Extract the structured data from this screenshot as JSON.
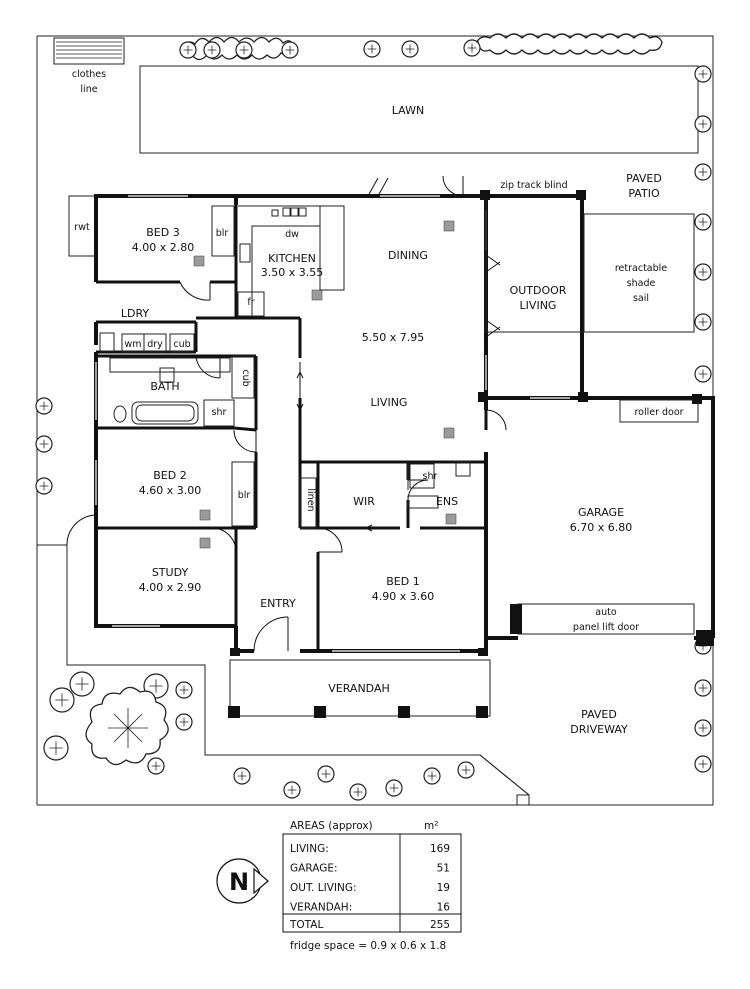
{
  "rooms": {
    "bed3": {
      "name": "BED 3",
      "dims": "4.00 x 2.80"
    },
    "kitchen": {
      "name": "KITCHEN",
      "dims": "3.50 x 3.55"
    },
    "dining": {
      "name": "DINING"
    },
    "living": {
      "name": "LIVING",
      "dims": "5.50 x 7.95"
    },
    "outdoor_living": {
      "line1": "OUTDOOR",
      "line2": "LIVING"
    },
    "paved_patio": {
      "line1": "PAVED",
      "line2": "PATIO"
    },
    "shade_sail": {
      "line1": "retractable",
      "line2": "shade",
      "line3": "sail"
    },
    "laundry": {
      "name": "LDRY"
    },
    "bath": {
      "name": "BATH"
    },
    "bed2": {
      "name": "BED 2",
      "dims": "4.60 x 3.00"
    },
    "study": {
      "name": "STUDY",
      "dims": "4.00 x 2.90"
    },
    "entry": {
      "name": "ENTRY"
    },
    "bed1": {
      "name": "BED 1",
      "dims": "4.90 x 3.60"
    },
    "wir": {
      "name": "WIR"
    },
    "ens": {
      "name": "ENS"
    },
    "garage": {
      "name": "GARAGE",
      "dims": "6.70 x 6.80"
    },
    "verandah": {
      "name": "VERANDAH"
    },
    "driveway": {
      "line1": "PAVED",
      "line2": "DRIVEWAY"
    },
    "lawn": {
      "name": "LAWN"
    }
  },
  "fixtures": {
    "clothes_line_1": "clothes",
    "clothes_line_2": "line",
    "rwt": "rwt",
    "blr": "blr",
    "dw": "dw",
    "fr": "fr",
    "wm": "wm",
    "dry": "dry",
    "cub": "cub",
    "shr": "shr",
    "linen": "linen",
    "zip_track": "zip track blind",
    "roller_door": "roller door",
    "auto_door_1": "auto",
    "auto_door_2": "panel lift door"
  },
  "areas_table": {
    "title": "AREAS (approx)",
    "unit": "m²",
    "rows": [
      {
        "label": "LIVING:",
        "value": "169"
      },
      {
        "label": "GARAGE:",
        "value": "51"
      },
      {
        "label": "OUT. LIVING:",
        "value": "19"
      },
      {
        "label": "VERANDAH:",
        "value": "16"
      }
    ],
    "total_label": "TOTAL",
    "total_value": "255",
    "footnote": "fridge space = 0.9 x 0.6 x 1.8"
  },
  "north": {
    "letter": "N"
  }
}
